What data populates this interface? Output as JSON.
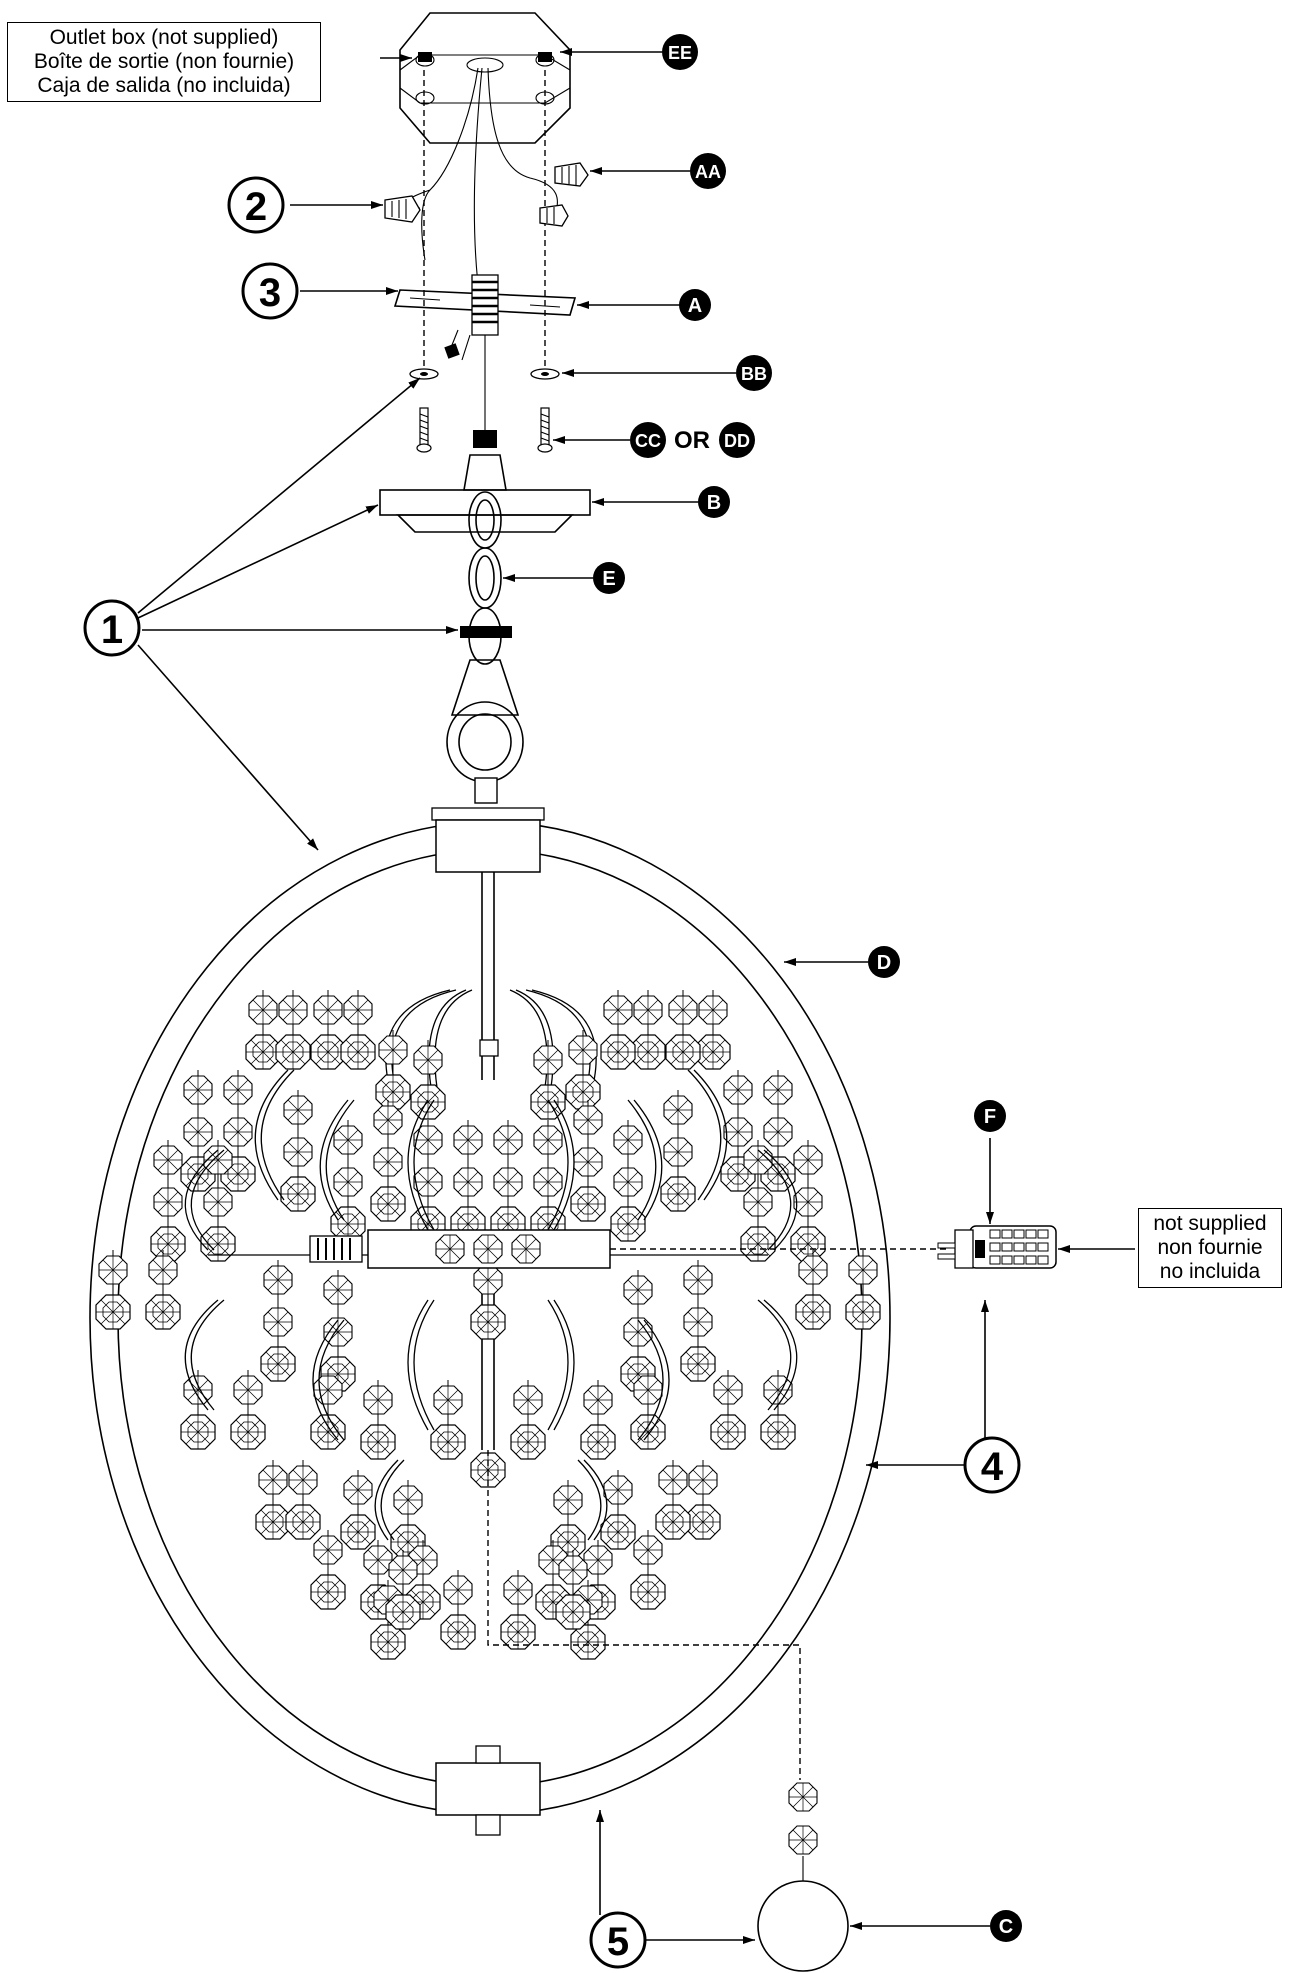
{
  "notes": {
    "outlet_box": [
      "Outlet box (not supplied)",
      "Boîte de sortie (non fournie)",
      "Caja de salida (no incluida)"
    ],
    "bulb": [
      "not supplied",
      "non fournie",
      "no incluida"
    ]
  },
  "callouts": {
    "EE": "EE",
    "AA": "AA",
    "A": "A",
    "BB": "BB",
    "CC": "CC",
    "OR": "OR",
    "DD": "DD",
    "B": "B",
    "E": "E",
    "D": "D",
    "F": "F",
    "C": "C"
  },
  "steps": {
    "s1": "1",
    "s2": "2",
    "s3": "3",
    "s4": "4",
    "s5": "5"
  }
}
